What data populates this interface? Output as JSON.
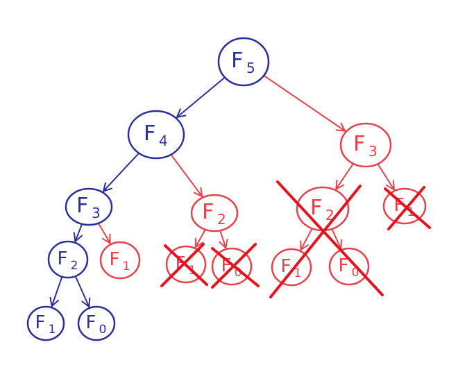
{
  "colors": {
    "blue": "#2b2f9a",
    "red": "#e8404a",
    "cross": "#e3141e",
    "background": "#ffffff"
  },
  "nodes": [
    {
      "id": "f5-root",
      "letter": "F",
      "sub": "5",
      "color": "blue",
      "crossed": false
    },
    {
      "id": "f4",
      "letter": "F",
      "sub": "4",
      "color": "blue",
      "crossed": false
    },
    {
      "id": "f3-right",
      "letter": "F",
      "sub": "3",
      "color": "red",
      "crossed": false
    },
    {
      "id": "f3-left",
      "letter": "F",
      "sub": "3",
      "color": "blue",
      "crossed": false
    },
    {
      "id": "f2-mid",
      "letter": "F",
      "sub": "2",
      "color": "red",
      "crossed": false
    },
    {
      "id": "f2-right",
      "letter": "F",
      "sub": "2",
      "color": "red",
      "crossed": true
    },
    {
      "id": "f1-far-right",
      "letter": "F",
      "sub": "1",
      "color": "red",
      "crossed": true
    },
    {
      "id": "f2-left",
      "letter": "F",
      "sub": "2",
      "color": "blue",
      "crossed": false
    },
    {
      "id": "f1-red",
      "letter": "F",
      "sub": "1",
      "color": "red",
      "crossed": false
    },
    {
      "id": "f1-mid-crossed",
      "letter": "F",
      "sub": "1",
      "color": "red",
      "crossed": true
    },
    {
      "id": "f0-mid-crossed",
      "letter": "F",
      "sub": "0",
      "color": "red",
      "crossed": true
    },
    {
      "id": "f1-right-under-x",
      "letter": "F",
      "sub": "1",
      "color": "red",
      "crossed": false
    },
    {
      "id": "f0-right",
      "letter": "F",
      "sub": "0",
      "color": "red",
      "crossed": false
    },
    {
      "id": "f1-leaf",
      "letter": "F",
      "sub": "1",
      "color": "blue",
      "crossed": false
    },
    {
      "id": "f0-leaf",
      "letter": "F",
      "sub": "0",
      "color": "blue",
      "crossed": false
    }
  ],
  "edges": [
    {
      "from": "f5-root",
      "to": "f4",
      "color": "blue"
    },
    {
      "from": "f5-root",
      "to": "f3-right",
      "color": "red"
    },
    {
      "from": "f4",
      "to": "f3-left",
      "color": "blue"
    },
    {
      "from": "f4",
      "to": "f2-mid",
      "color": "red"
    },
    {
      "from": "f3-right",
      "to": "f2-right",
      "color": "red"
    },
    {
      "from": "f3-right",
      "to": "f1-far-right",
      "color": "red"
    },
    {
      "from": "f3-left",
      "to": "f2-left",
      "color": "blue"
    },
    {
      "from": "f3-left",
      "to": "f1-red",
      "color": "red"
    },
    {
      "from": "f2-mid",
      "to": "f1-mid-crossed",
      "color": "red"
    },
    {
      "from": "f2-mid",
      "to": "f0-mid-crossed",
      "color": "red"
    },
    {
      "from": "f2-right",
      "to": "f1-right-under-x",
      "color": "red"
    },
    {
      "from": "f2-right",
      "to": "f0-right",
      "color": "red"
    },
    {
      "from": "f2-left",
      "to": "f1-leaf",
      "color": "blue"
    },
    {
      "from": "f2-left",
      "to": "f0-leaf",
      "color": "blue"
    }
  ]
}
